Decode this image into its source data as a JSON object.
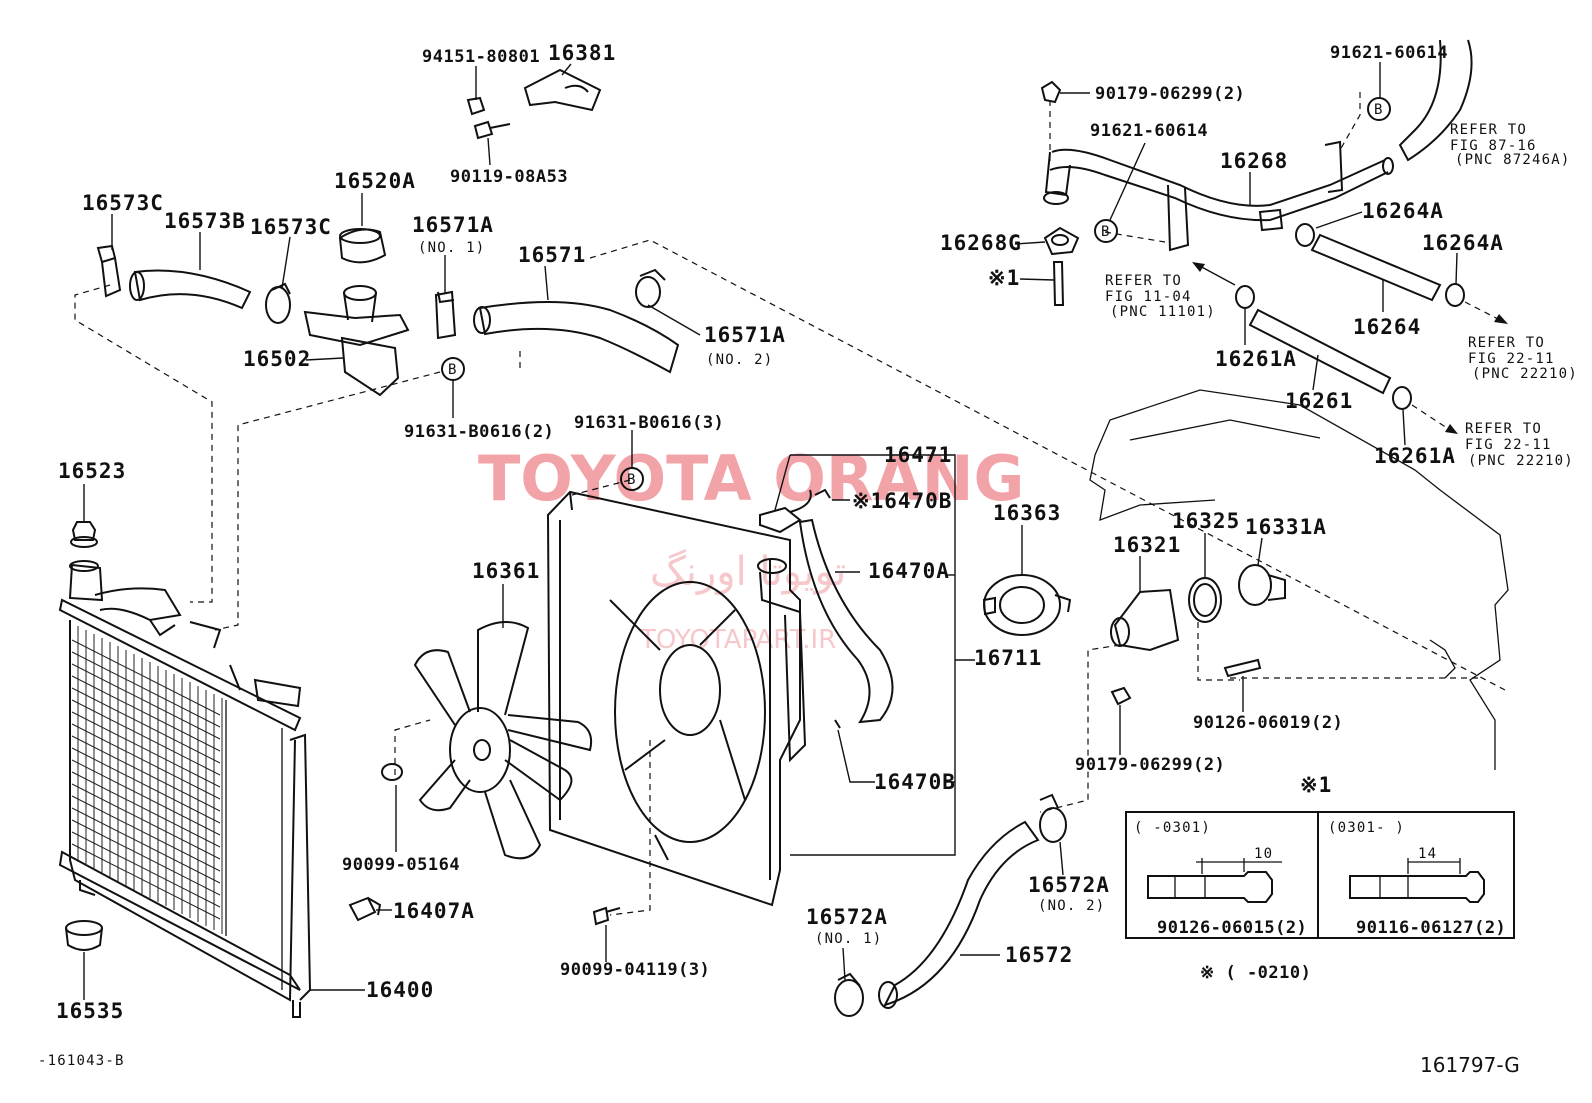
{
  "diagram": {
    "figure_code_left": "-161043-B",
    "figure_code_right": "161797-G",
    "watermark": {
      "title": "TOYOTA ORANG",
      "arabic": "تویوتا اورنگ",
      "url": "TOYOTAPART.IR"
    },
    "callouts": {
      "p94151": "94151-80801",
      "p16381": "16381",
      "p90119": "90119-08A53",
      "p16520A": "16520A",
      "p16573C_left": "16573C",
      "p16573B": "16573B",
      "p16573C_right": "16573C",
      "p16571A_no1": "16571A",
      "no1_a": "(NO. 1)",
      "p16571": "16571",
      "p16571A_no2": "16571A",
      "no2_a": "(NO. 2)",
      "p16502": "16502",
      "p91631_2": "91631-B0616(2)",
      "p91631_3": "91631-B0616(3)",
      "p16523": "16523",
      "p16361": "16361",
      "p16471": "16471",
      "p16470B_top": "※16470B",
      "p16470A": "16470A",
      "p16711": "16711",
      "p16470B_bottom": "16470B",
      "p90099_05164": "90099-05164",
      "p16407A": "16407A",
      "p90099_04119": "90099-04119(3)",
      "p16400": "16400",
      "p16535": "16535",
      "p16363": "16363",
      "p16321": "16321",
      "p16325": "16325",
      "p16331A": "16331A",
      "p90126_06019": "90126-06019(2)",
      "p90179_bottom": "90179-06299(2)",
      "p16572A_no2": "16572A",
      "no2_b": "(NO. 2)",
      "p16572A_no1": "16572A",
      "no1_b": "(NO. 1)",
      "p16572": "16572",
      "p90179_top": "90179-06299(2)",
      "p91621_top": "91621-60614",
      "p91621_mid": "91621-60614",
      "p16268": "16268",
      "p16268G": "16268G",
      "p_star1": "※1",
      "p16264A_a": "16264A",
      "p16264A_b": "16264A",
      "p16264": "16264",
      "p16261A_a": "16261A",
      "p16261": "16261",
      "p16261A_b": "16261A",
      "ref_b": "B"
    },
    "references": [
      {
        "l1": "REFER TO",
        "l2": "FIG 87-16",
        "l3": "(PNC 87246A)"
      },
      {
        "l1": "REFER TO",
        "l2": "FIG 11-04",
        "l3": "(PNC 11101)"
      },
      {
        "l1": "REFER TO",
        "l2": "FIG 22-11",
        "l3": "(PNC 22210)"
      },
      {
        "l1": "REFER TO",
        "l2": "FIG 22-11",
        "l3": "(PNC 22210)"
      }
    ],
    "inset": {
      "label": "※1",
      "left_range": "(      -0301)",
      "right_range": "(0301-      )",
      "left_dim": "10",
      "right_dim": "14",
      "left_part": "90126-06015(2)",
      "right_part": "90116-06127(2)",
      "footnote": "※ (      -0210)"
    }
  }
}
